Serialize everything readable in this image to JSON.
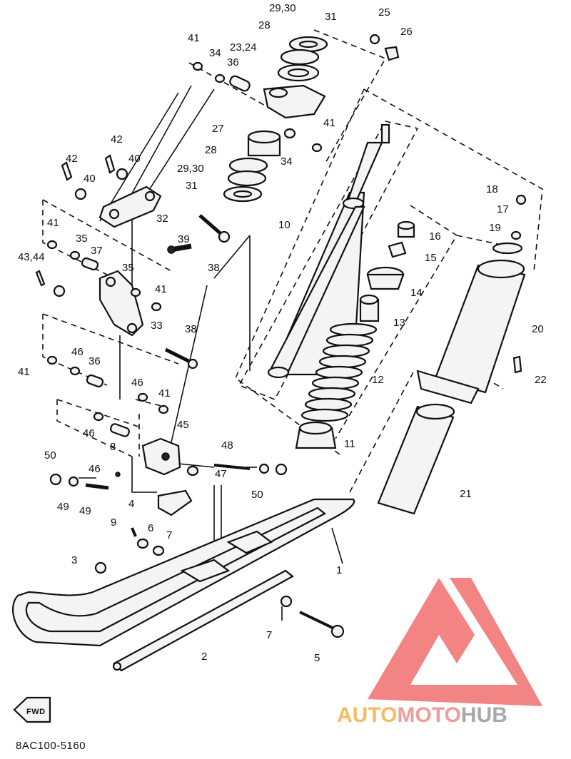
{
  "diagram": {
    "reference_code": "8AC100-5160",
    "fwd_label": "FWD",
    "watermark": {
      "part_a": "AUTO",
      "part_b": "MOTO",
      "part_c": "HUB",
      "colors": {
        "a": "#f5b04a",
        "b": "#f08a8a",
        "c": "#9a9a9a",
        "triangle": "#f26f6f"
      }
    },
    "callouts": [
      "1",
      "2",
      "3",
      "4",
      "5",
      "6",
      "7",
      "7",
      "8",
      "9",
      "10",
      "11",
      "12",
      "13",
      "14",
      "15",
      "16",
      "17",
      "18",
      "19",
      "20",
      "21",
      "22",
      "23,24",
      "25",
      "26",
      "27",
      "28",
      "28",
      "29,30",
      "29,30",
      "31",
      "31",
      "32",
      "33",
      "34",
      "34",
      "35",
      "35",
      "36",
      "36",
      "37",
      "38",
      "38",
      "39",
      "40",
      "40",
      "41",
      "41",
      "41",
      "41",
      "41",
      "41",
      "42",
      "42",
      "43,44",
      "45",
      "46",
      "46",
      "46",
      "46",
      "47",
      "48",
      "49",
      "49",
      "50",
      "50"
    ]
  }
}
